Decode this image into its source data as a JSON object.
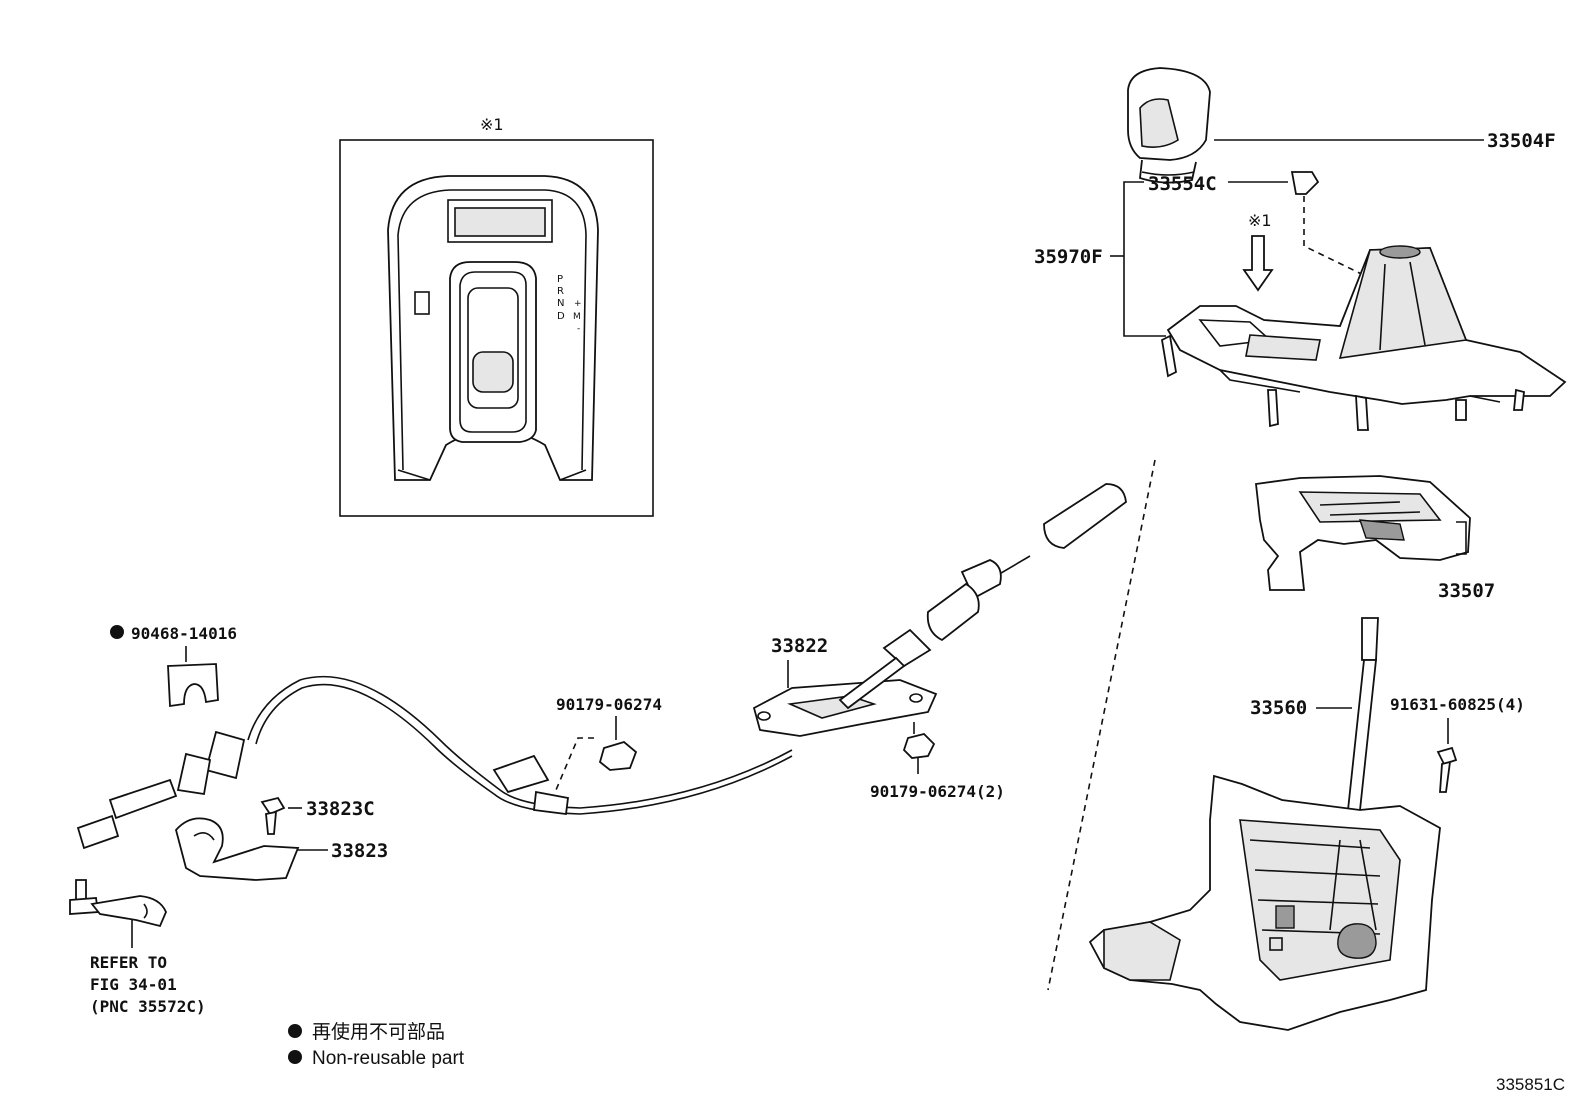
{
  "callouts": {
    "p33504F": "33504F",
    "p33554C": "33554C",
    "p35970F": "35970F",
    "p33507": "33507",
    "p33560": "33560",
    "p91631": "91631-60825(4)",
    "p33822": "33822",
    "p90179a": "90179-06274",
    "p90179b": "90179-06274(2)",
    "p90468": "90468-14016",
    "p33823C": "33823C",
    "p33823": "33823"
  },
  "markers": {
    "inset": "※1",
    "arrow": "※1"
  },
  "shift_pattern": [
    "P",
    "R",
    "N",
    "D",
    "+",
    "M",
    "-"
  ],
  "reference": {
    "line1": "REFER TO",
    "line2": "FIG 34-01",
    "line3": "(PNC 35572C)"
  },
  "legend": {
    "jp": "再使用不可部品",
    "en": "Non-reusable part"
  },
  "figure_id": "335851C"
}
